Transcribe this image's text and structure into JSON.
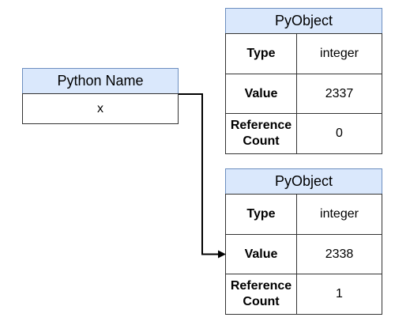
{
  "python_name": {
    "title": "Python Name",
    "value": "x"
  },
  "objects": [
    {
      "title": "PyObject",
      "rows": [
        {
          "label": "Type",
          "value": "integer"
        },
        {
          "label": "Value",
          "value": "2337"
        },
        {
          "label": "Reference\nCount",
          "value": "0"
        }
      ]
    },
    {
      "title": "PyObject",
      "rows": [
        {
          "label": "Type",
          "value": "integer"
        },
        {
          "label": "Value",
          "value": "2338"
        },
        {
          "label": "Reference\nCount",
          "value": "1"
        }
      ]
    }
  ],
  "colors": {
    "header_fill": "#dae8fc",
    "header_border": "#6c8ebf",
    "cell_border": "#333333",
    "arrow": "#000000"
  }
}
